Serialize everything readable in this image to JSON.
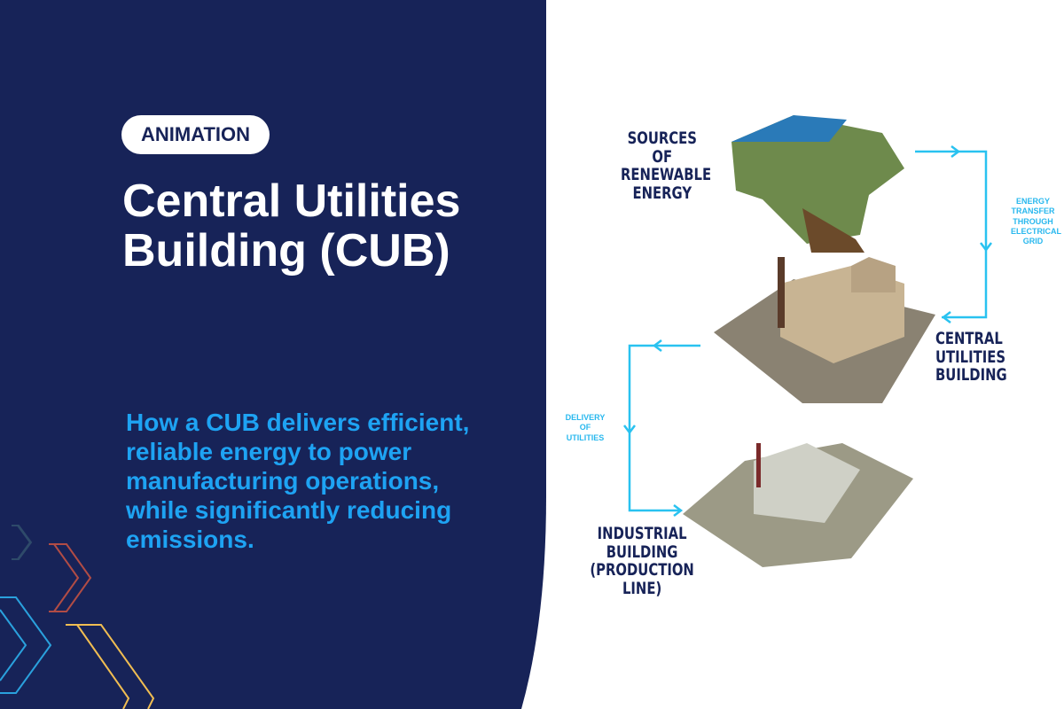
{
  "tag": "ANIMATION",
  "title": "Central Utilities Building (CUB)",
  "subtitle": "How a CUB delivers efficient, reliable energy to power manufacturing operations, while significantly reducing emissions.",
  "diagram": {
    "sources": "SOURCES OF RENEWABLE ENERGY",
    "cub": "CENTRAL UTILITIES BUILDING",
    "industrial": "INDUSTRIAL BUILDING (PRODUCTION LINE)",
    "transfer": "ENERGY TRANSFER THROUGH ELECTRICAL GRID",
    "delivery": "DELIVERY OF UTILITIES"
  },
  "colors": {
    "navy": "#172358",
    "accent": "#1ea3f3",
    "arrow": "#29c2f0"
  }
}
